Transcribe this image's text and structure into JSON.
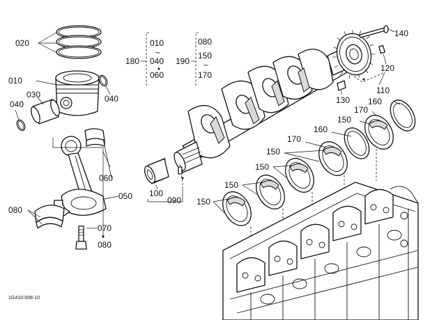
{
  "figure_code": "1G410-008-10",
  "labels": {
    "p020": "020",
    "p010": "010",
    "p030": "030",
    "p040a": "040",
    "p040b": "040",
    "p060": "060",
    "p050": "050",
    "p080": "080",
    "p070": "070",
    "p080b": "080",
    "p180": "180",
    "p180_a": "010",
    "p180_tilde": "~",
    "p180_b": "040",
    "p180_c": "060",
    "p190": "190",
    "p190_a": "080",
    "p190_b": "150",
    "p190_tilde": "~",
    "p190_c": "170",
    "p140": "140",
    "p120": "120",
    "p110": "110",
    "p130": "130",
    "p100": "100",
    "p090": "090",
    "p160a": "160",
    "p170a": "170",
    "p150a": "150",
    "p160b": "160",
    "p170b": "170",
    "p150b": "150",
    "p150c": "150",
    "p150d": "150",
    "p150e": "150"
  }
}
